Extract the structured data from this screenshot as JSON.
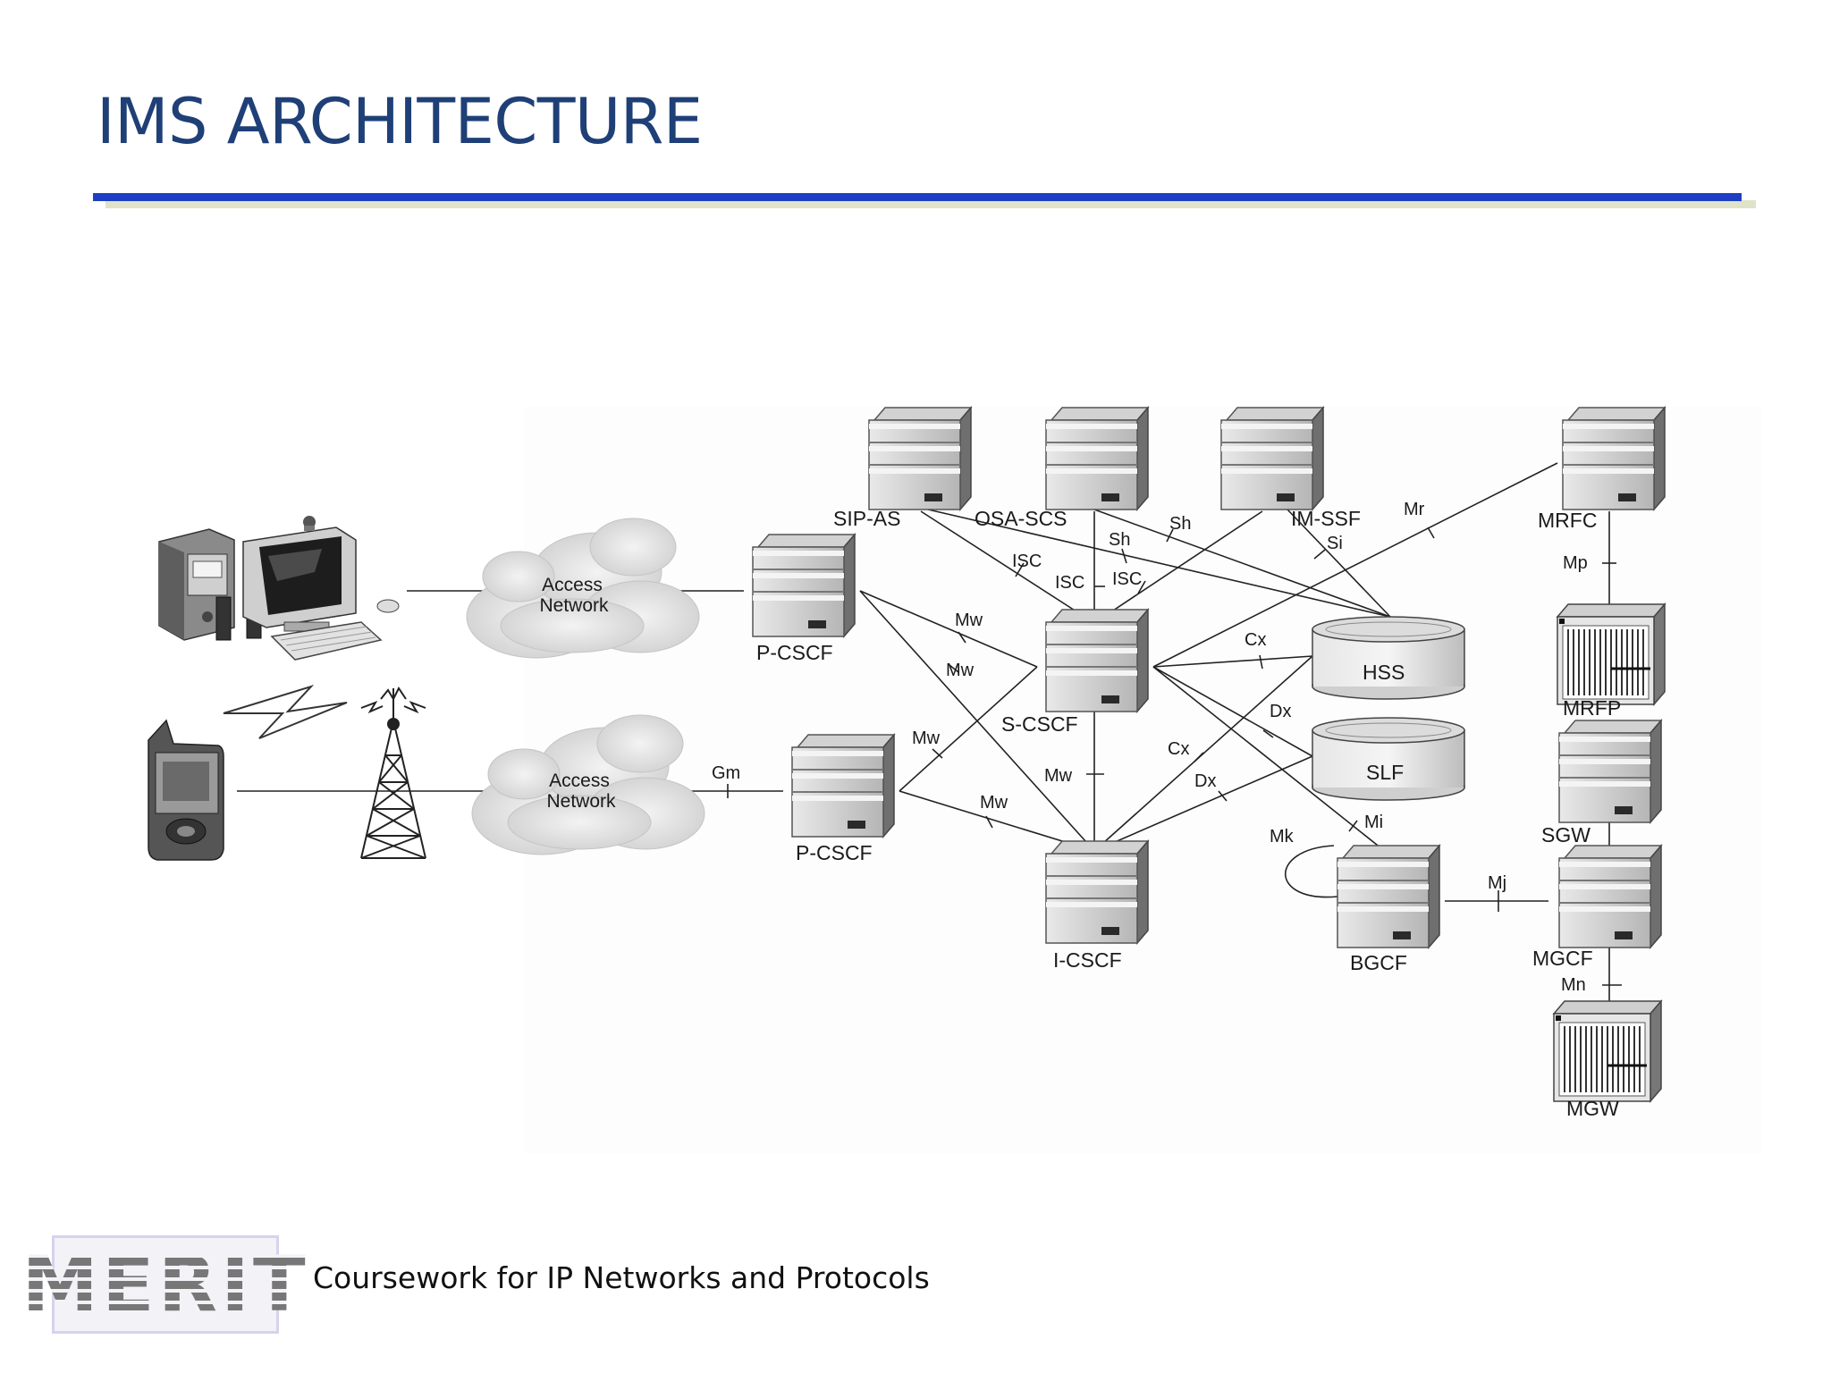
{
  "slide": {
    "title": "IMS ARCHITECTURE",
    "footer": "Coursework for IP Networks and Protocols",
    "logo_text": "MERIT"
  },
  "colors": {
    "title": "#1f3f77",
    "rule": "#1e3fc4"
  },
  "diagram": {
    "nodes": {
      "sip_as": "SIP-AS",
      "osa_scs": "OSA-SCS",
      "im_ssf": "IM-SSF",
      "mrfc": "MRFC",
      "p_cscf_top": "P-CSCF",
      "s_cscf": "S-CSCF",
      "hss": "HSS",
      "slf": "SLF",
      "mrfp": "MRFP",
      "sgw": "SGW",
      "p_cscf_bottom": "P-CSCF",
      "i_cscf": "I-CSCF",
      "bgcf": "BGCF",
      "mgcf": "MGCF",
      "mgw": "MGW"
    },
    "clouds": {
      "top": [
        "Access",
        "Network"
      ],
      "bottom": [
        "Access",
        "Network"
      ]
    },
    "interfaces": {
      "isc_1": "ISC",
      "isc_2": "ISC",
      "isc_3": "ISC",
      "sh_1": "Sh",
      "sh_2": "Sh",
      "si": "Si",
      "mr": "Mr",
      "mp": "Mp",
      "cx_1": "Cx",
      "cx_2": "Cx",
      "dx_1": "Dx",
      "dx_2": "Dx",
      "mw_1": "Mw",
      "mw_2": "Mw",
      "mw_3": "Mw",
      "mw_4": "Mw",
      "mw_5": "Mw",
      "gm": "Gm",
      "mk": "Mk",
      "mi": "Mi",
      "mj": "Mj",
      "mn": "Mn"
    },
    "icons": [
      "desktop-computer-icon",
      "mobile-phone-icon",
      "radio-tower-icon",
      "server-icon",
      "database-icon",
      "media-gateway-rack-icon"
    ]
  }
}
